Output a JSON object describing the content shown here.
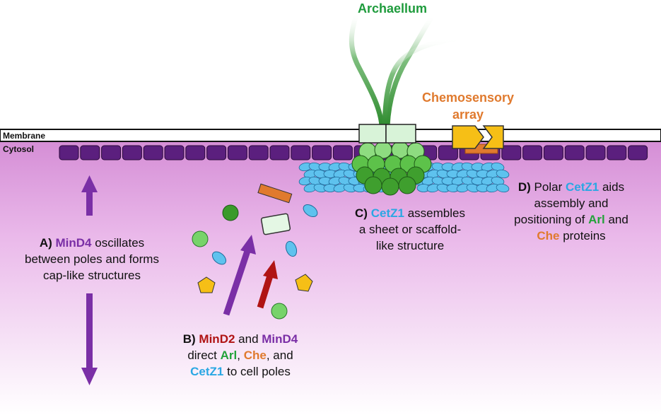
{
  "labels": {
    "archaellum": "Archaellum",
    "chemosensory_line1": "Chemosensory",
    "chemosensory_line2": "array",
    "membrane": "Membrane",
    "cytosol": "Cytosol"
  },
  "caption_a": {
    "letter": "A)",
    "protein": "MinD4",
    "text1": "oscillates",
    "text2": "between poles and forms",
    "text3": "cap-like structures"
  },
  "caption_b": {
    "letter": "B)",
    "protein1": "MinD2",
    "and": "and",
    "protein2": "MinD4",
    "direct": "direct",
    "arl": "Arl",
    "comma1": ",",
    "che": "Che",
    "comma_and": ", and",
    "cetz1": "CetZ1",
    "to_poles": "to cell poles"
  },
  "caption_c": {
    "letter": "C)",
    "protein": "CetZ1",
    "text1": "assembles",
    "text2": "a sheet or scaffold-",
    "text3": "like structure"
  },
  "caption_d": {
    "letter": "D)",
    "text_polar": "Polar",
    "protein": "CetZ1",
    "text1": "aids",
    "text2": "assembly and",
    "text3": "positioning of",
    "arl": "Arl",
    "and": "and",
    "che": "Che",
    "proteins": "proteins"
  },
  "colors": {
    "purple": "#7a2fa6",
    "red": "#b01414",
    "green": "#23a23a",
    "orange": "#e07a2e",
    "blue": "#2aa7e3",
    "yellow": "#f6bf16",
    "cytosol_pink": "#d99ad9"
  }
}
